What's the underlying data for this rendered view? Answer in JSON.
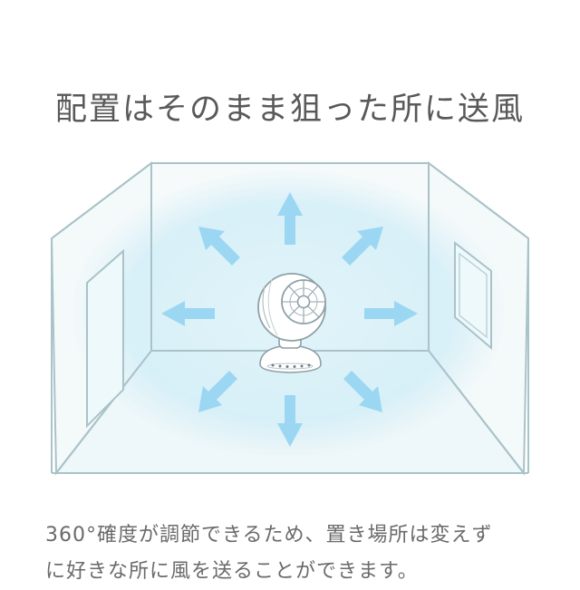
{
  "headline": "配置はそのまま狙った所に送風",
  "caption": {
    "line1": "360°確度が調節できるため、置き場所は変えず",
    "line2": "に好きな所に風を送ることができます。"
  },
  "colors": {
    "room_outline": "#a9c3c9",
    "room_wall_fill": "#f3f8f9",
    "airflow_glow": "#d3eef7",
    "arrow": "#9bd7f2",
    "window_fill": "#eef9fc",
    "text": "#595959"
  },
  "icons": [
    "airflow-arrow-icon",
    "circulator-fan-icon"
  ]
}
